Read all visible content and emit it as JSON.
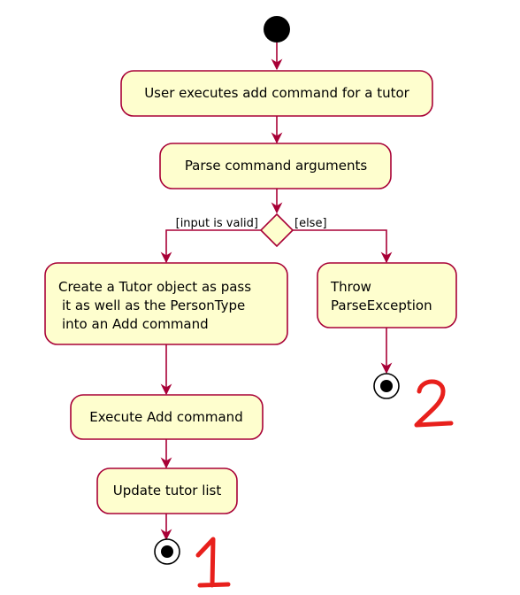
{
  "diagram": {
    "type": "UML activity diagram",
    "colors": {
      "node_fill": "#FEFECE",
      "node_stroke": "#A80036",
      "edge": "#A80036",
      "start_fill": "#000000",
      "annotation": "#E8201C"
    },
    "activities": {
      "user_executes": "User executes add command for a tutor",
      "parse_args": "Parse command arguments",
      "create_tutor": [
        "Create a Tutor object as pass",
        "it as well as the PersonType",
        "into an Add command"
      ],
      "throw": [
        "Throw",
        "ParseException"
      ],
      "execute_add": "Execute Add command",
      "update_list": "Update tutor list"
    },
    "guards": {
      "valid": "[input is valid]",
      "else": "[else]"
    },
    "annotations": {
      "end_left": "1",
      "end_right": "2"
    }
  }
}
